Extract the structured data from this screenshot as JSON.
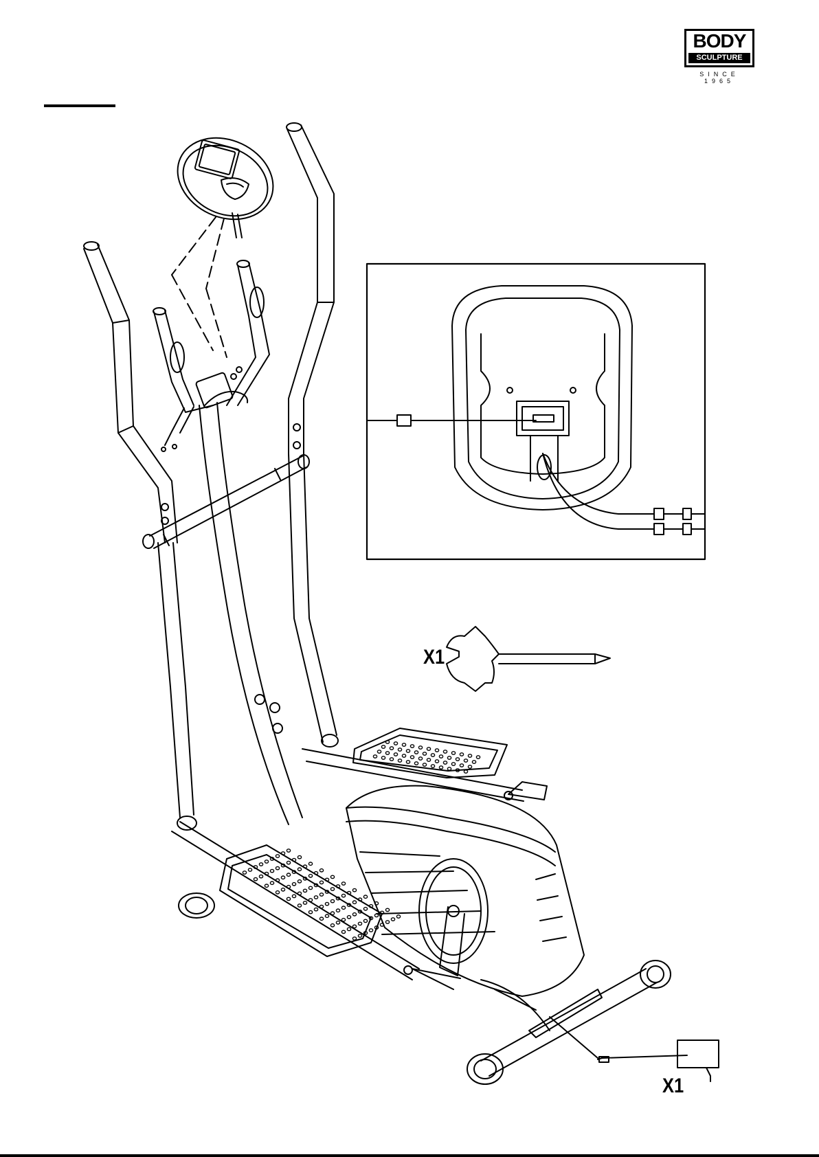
{
  "logo": {
    "brand_top": "BODY",
    "brand_bottom": "SCULPTURE",
    "tagline": "SINCE 1965"
  },
  "labels": {
    "tool_qty": "X1",
    "adapter_qty": "X1"
  },
  "parts": {
    "console": "console",
    "handlebars": "handlebars",
    "tool": "wrench-screwdriver",
    "adapter": "power-adapter"
  }
}
